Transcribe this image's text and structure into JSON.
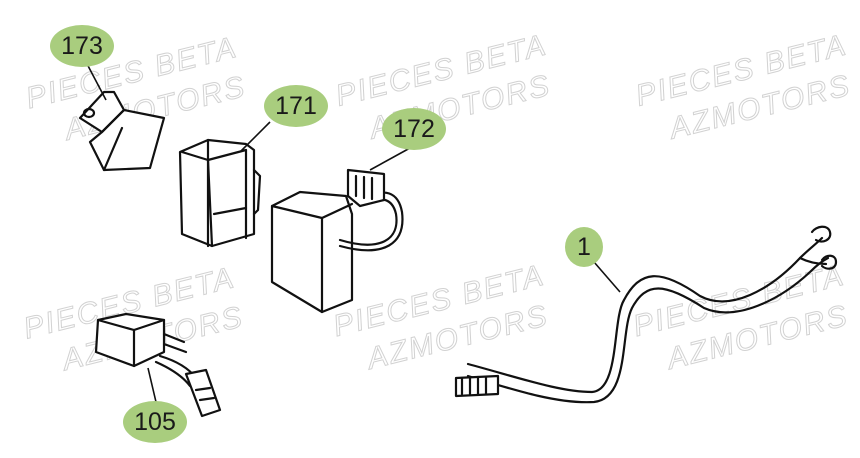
{
  "watermark": {
    "line1": "PIECES BETA",
    "line2": "AZMOTORS"
  },
  "callouts": {
    "c173": "173",
    "c171": "171",
    "c172": "172",
    "c1": "1",
    "c105": "105"
  },
  "colors": {
    "callout_bg": "#a9cd7e",
    "line": "#111111",
    "watermark": "#d2d2d2"
  }
}
